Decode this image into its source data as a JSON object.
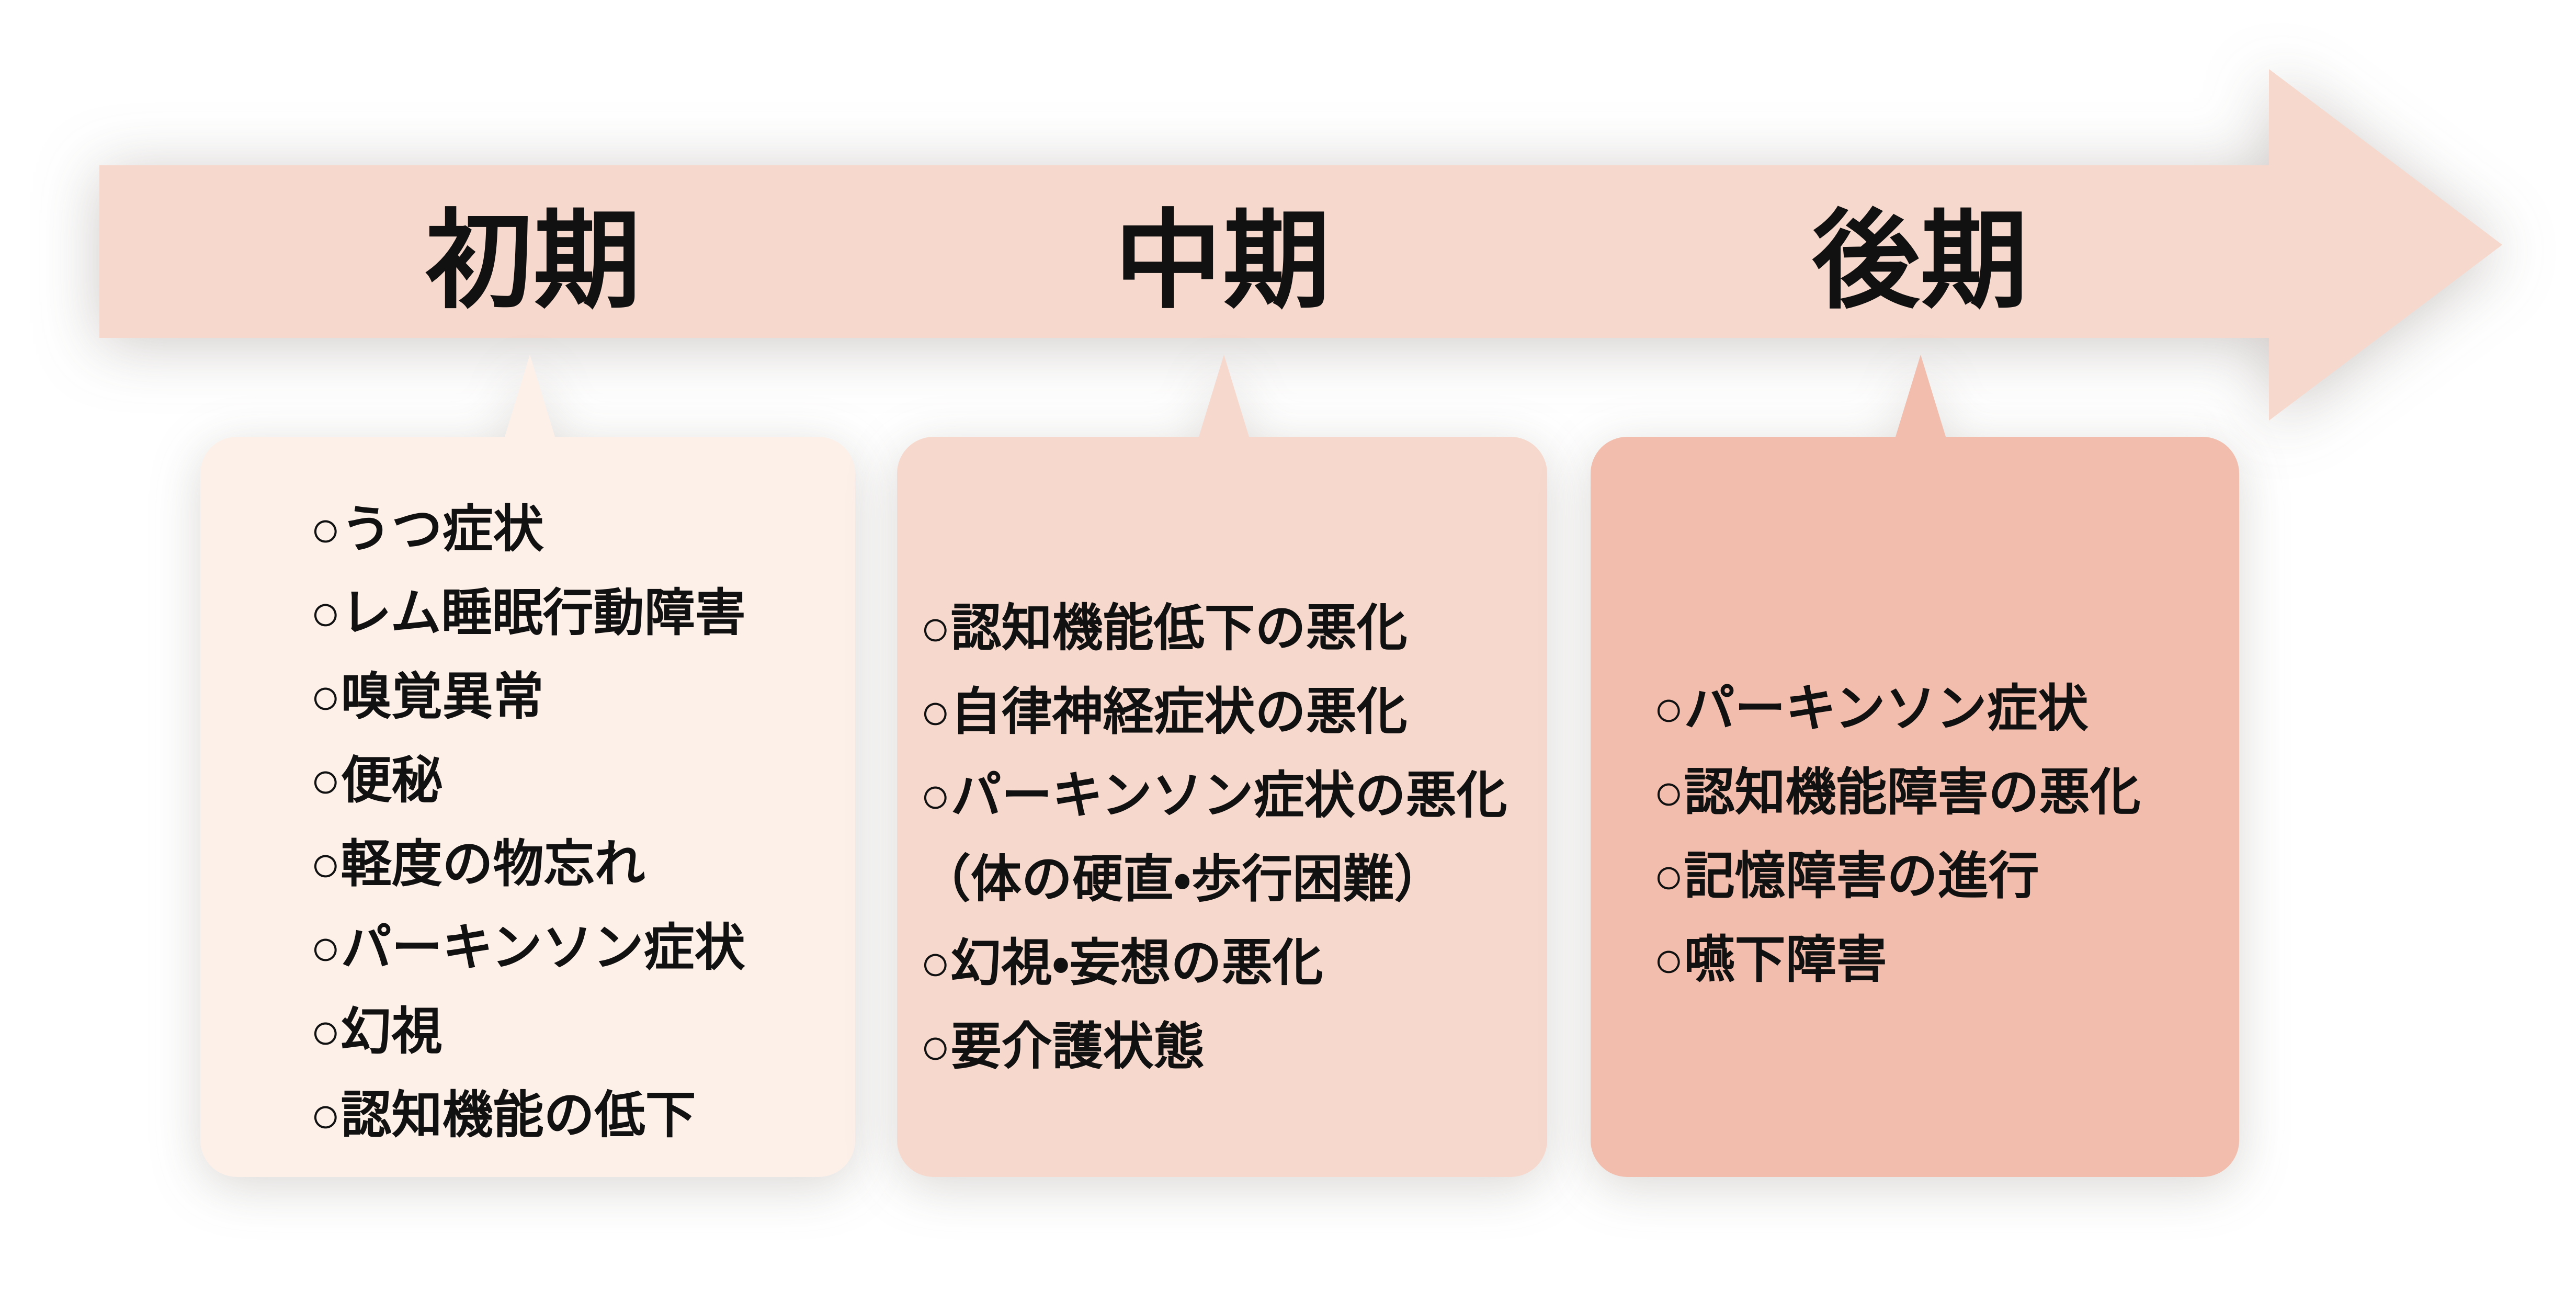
{
  "diagram": {
    "background_color": "#ffffff",
    "text_color": "#111111",
    "arrow": {
      "shape": "right-arrow-band",
      "color": "#f7d8cd"
    },
    "stages": [
      {
        "label": "初期",
        "box_color": "#fdf0e9",
        "items": [
          "○うつ症状",
          "○レム睡眠行動障害",
          "○嗅覚異常",
          "○便秘",
          "○軽度の物忘れ",
          "○パーキンソン症状",
          "○幻視",
          "○認知機能の低下"
        ]
      },
      {
        "label": "中期",
        "box_color": "#f7d8cd",
        "items": [
          "○認知機能低下の悪化",
          "○自律神経症状の悪化",
          "○パーキンソン症状の悪化",
          "（体の硬直・歩行困難）",
          "○幻視・妄想の悪化",
          "○要介護状態"
        ]
      },
      {
        "label": "後期",
        "box_color": "#f2bdac",
        "items": [
          "○パーキンソン症状",
          "○認知機能障害の悪化",
          "○記憶障害の進行",
          "○嚥下障害"
        ]
      }
    ]
  }
}
